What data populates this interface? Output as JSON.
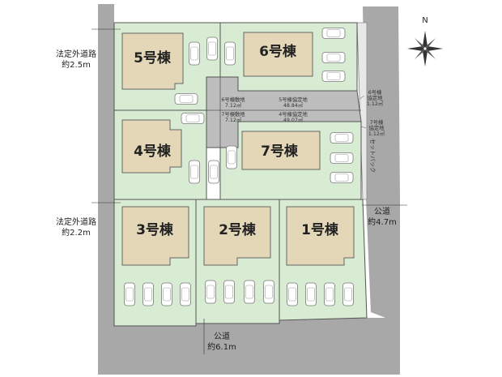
{
  "roads": {
    "left_upper": {
      "line1": "法定外道路",
      "line2": "約2.5m"
    },
    "left_lower": {
      "line1": "法定外道路",
      "line2": "約2.2m"
    },
    "right": {
      "line1": "公道",
      "line2": "約4.7m",
      "setback": "セットバック"
    },
    "bottom": {
      "line1": "公道",
      "line2": "約6.1m"
    }
  },
  "compass": {
    "north": "N"
  },
  "buildings": {
    "b5": "5号棟",
    "b6": "6号棟",
    "b4": "4号棟",
    "b7": "7号棟",
    "b3": "3号棟",
    "b2": "2号棟",
    "b1": "1号棟"
  },
  "easements": {
    "e6": {
      "name": "6号棟敷地",
      "area": "7.12㎡"
    },
    "e5": {
      "name": "5号棟協定地",
      "area": "48.84㎡"
    },
    "e7": {
      "name": "7号棟敷地",
      "area": "7.12㎡"
    },
    "e4": {
      "name": "4号棟協定地",
      "area": "49.07㎡"
    },
    "e6r": {
      "name1": "6号棟",
      "name2": "協定地",
      "area": "1.12㎡"
    },
    "e7r": {
      "name1": "7号棟",
      "name2": "協定地",
      "area": "1.12㎡"
    }
  },
  "colors": {
    "lot": "#d8ebd3",
    "building": "#e3d7b8",
    "road": "#a8a8a8",
    "shared": "#bdbdbd",
    "border": "#555555"
  }
}
